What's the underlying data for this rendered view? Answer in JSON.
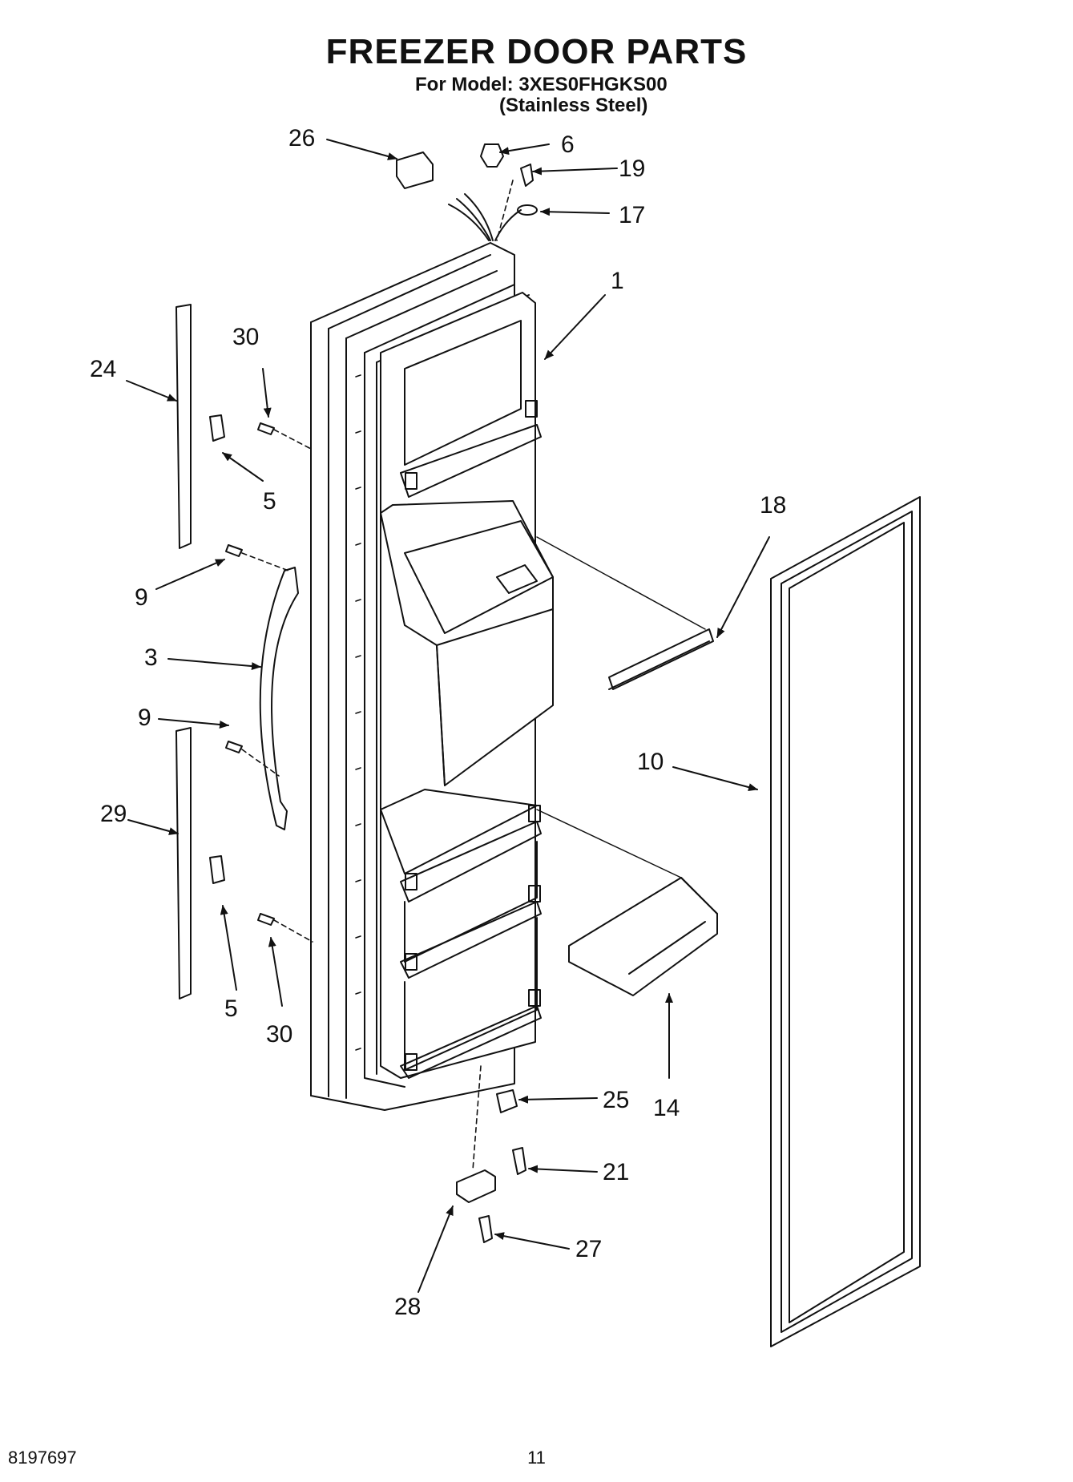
{
  "header": {
    "title": "FREEZER DOOR PARTS",
    "model_line": "For Model: 3XES0FHGKS00",
    "finish_line": "(Stainless Steel)"
  },
  "callouts": {
    "c1": "1",
    "c3": "3",
    "c5a": "5",
    "c5b": "5",
    "c6": "6",
    "c9a": "9",
    "c9b": "9",
    "c10": "10",
    "c14": "14",
    "c17": "17",
    "c18": "18",
    "c19": "19",
    "c21": "21",
    "c24": "24",
    "c25": "25",
    "c26": "26",
    "c27": "27",
    "c28": "28",
    "c29": "29",
    "c30a": "30",
    "c30b": "30"
  },
  "footer": {
    "doc_number": "8197697",
    "page_number": "11"
  }
}
